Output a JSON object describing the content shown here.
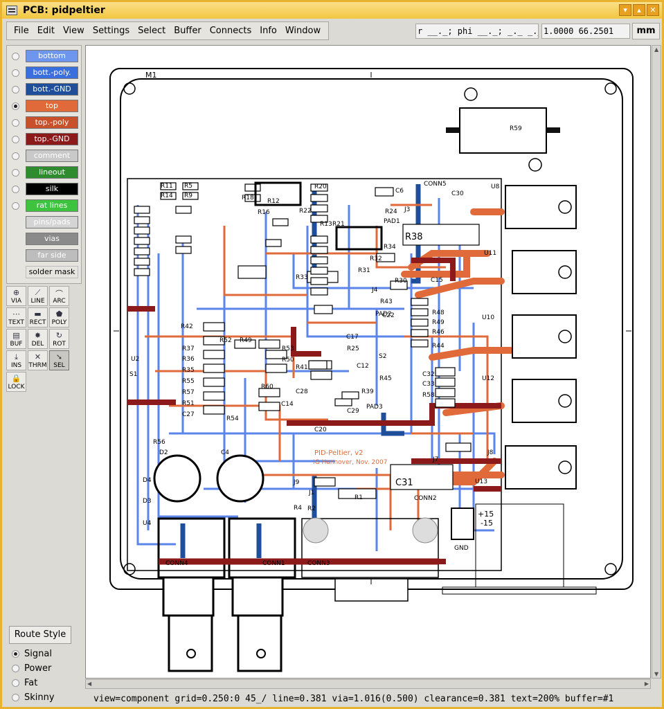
{
  "window": {
    "title": "PCB:  pidpeltier"
  },
  "menu": [
    "File",
    "Edit",
    "View",
    "Settings",
    "Select",
    "Buffer",
    "Connects",
    "Info",
    "Window"
  ],
  "coords": {
    "polar": "r __._; phi __._; _._ _._ __",
    "cursor": "1.0000 66.2501",
    "units": "mm"
  },
  "layers": [
    {
      "label": "bottom",
      "color": "#6e96ee",
      "text_color": "#ffffff",
      "active": false
    },
    {
      "label": "bott.-poly.",
      "color": "#3a6fe0",
      "text_color": "#ffffff",
      "active": false
    },
    {
      "label": "bott.-GND",
      "color": "#1f4f9a",
      "text_color": "#ffffff",
      "active": false
    },
    {
      "label": "top",
      "color": "#e06a3a",
      "text_color": "#ffffff",
      "active": true
    },
    {
      "label": "top.-poly",
      "color": "#c8502a",
      "text_color": "#ffffff",
      "active": false
    },
    {
      "label": "top.-GND",
      "color": "#8c1a1a",
      "text_color": "#ffffff",
      "active": false
    },
    {
      "label": "comment",
      "color": "#c9c9c9",
      "text_color": "#ffffff",
      "active": false
    },
    {
      "label": "lineout",
      "color": "#2e8b2e",
      "text_color": "#ffffff",
      "active": false
    },
    {
      "label": "silk",
      "color": "#000000",
      "text_color": "#ffffff",
      "active": false
    },
    {
      "label": "rat lines",
      "color": "#3ec33e",
      "text_color": "#ffffff",
      "active": false
    },
    {
      "label": "pins/pads",
      "color": "#d4d4d4",
      "text_color": "#ffffff",
      "active": false
    },
    {
      "label": "vias",
      "color": "#8a8a8a",
      "text_color": "#ffffff",
      "active": false
    },
    {
      "label": "far side",
      "color": "#bdbdbd",
      "text_color": "#ffffff",
      "active": false
    },
    {
      "label": "solder mask",
      "color": "#e6e4df",
      "text_color": "#000000",
      "active": false
    }
  ],
  "tools": [
    {
      "label": "VIA",
      "icon": "via-icon",
      "glyph": "⊕"
    },
    {
      "label": "LINE",
      "icon": "line-icon",
      "glyph": "⟋"
    },
    {
      "label": "ARC",
      "icon": "arc-icon",
      "glyph": "⌒"
    },
    {
      "label": "TEXT",
      "icon": "text-icon",
      "glyph": "⋯"
    },
    {
      "label": "RECT",
      "icon": "rect-icon",
      "glyph": "▬"
    },
    {
      "label": "POLY",
      "icon": "poly-icon",
      "glyph": "⬟"
    },
    {
      "label": "BUF",
      "icon": "buffer-icon",
      "glyph": "▤"
    },
    {
      "label": "DEL",
      "icon": "delete-icon",
      "glyph": "✸"
    },
    {
      "label": "ROT",
      "icon": "rotate-icon",
      "glyph": "↻"
    },
    {
      "label": "INS",
      "icon": "insert-icon",
      "glyph": "⤓"
    },
    {
      "label": "THRM",
      "icon": "thermal-icon",
      "glyph": "✕"
    },
    {
      "label": "SEL",
      "icon": "select-arrow-icon",
      "glyph": "➘"
    },
    {
      "label": "LOCK",
      "icon": "lock-icon",
      "glyph": "🔒"
    }
  ],
  "route_style": {
    "button": "Route Style",
    "options": [
      "Signal",
      "Power",
      "Fat",
      "Skinny"
    ],
    "selected": "Signal"
  },
  "status": "view=component  grid=0.250:0  45_/   line=0.381  via=1.016(0.500)  clearance=0.381  text=200%  buffer=#1",
  "board": {
    "labels": [
      "M1",
      "R59",
      "CONN5",
      "C30",
      "U8",
      "R11",
      "R5",
      "R14",
      "R9",
      "R18",
      "R12",
      "R20",
      "C6",
      "R24",
      "J3",
      "R16",
      "R22",
      "R13",
      "R21",
      "PAD1",
      "R38",
      "R34",
      "U11",
      "R32",
      "R31",
      "R33",
      "R30",
      "C15",
      "J4",
      "R43",
      "C22",
      "C17",
      "PAD2",
      "R48",
      "R49",
      "R46",
      "R44",
      "U10",
      "S2",
      "R25",
      "C12",
      "R45",
      "C32",
      "C33",
      "R58",
      "U12",
      "C29",
      "PAD3",
      "R39",
      "R52",
      "R49",
      "R53",
      "R50",
      "R41",
      "R42",
      "R37",
      "R36",
      "R35",
      "R55",
      "R57",
      "R51",
      "R54",
      "C27",
      "C28",
      "C20",
      "R60",
      "C14",
      "C4",
      "D2",
      "D4",
      "D3",
      "U4",
      "U2",
      "S1",
      "R56",
      "C31",
      "J7",
      "U13",
      "J8",
      "J9",
      "R4",
      "R2",
      "R1",
      "J1",
      "CONN2",
      "CONN4",
      "CONN1",
      "CONN3",
      "GND",
      "+15",
      "-15"
    ],
    "annotation": [
      "PID-Peltier, v2",
      "IG Hannover, Nov. 2007"
    ]
  }
}
